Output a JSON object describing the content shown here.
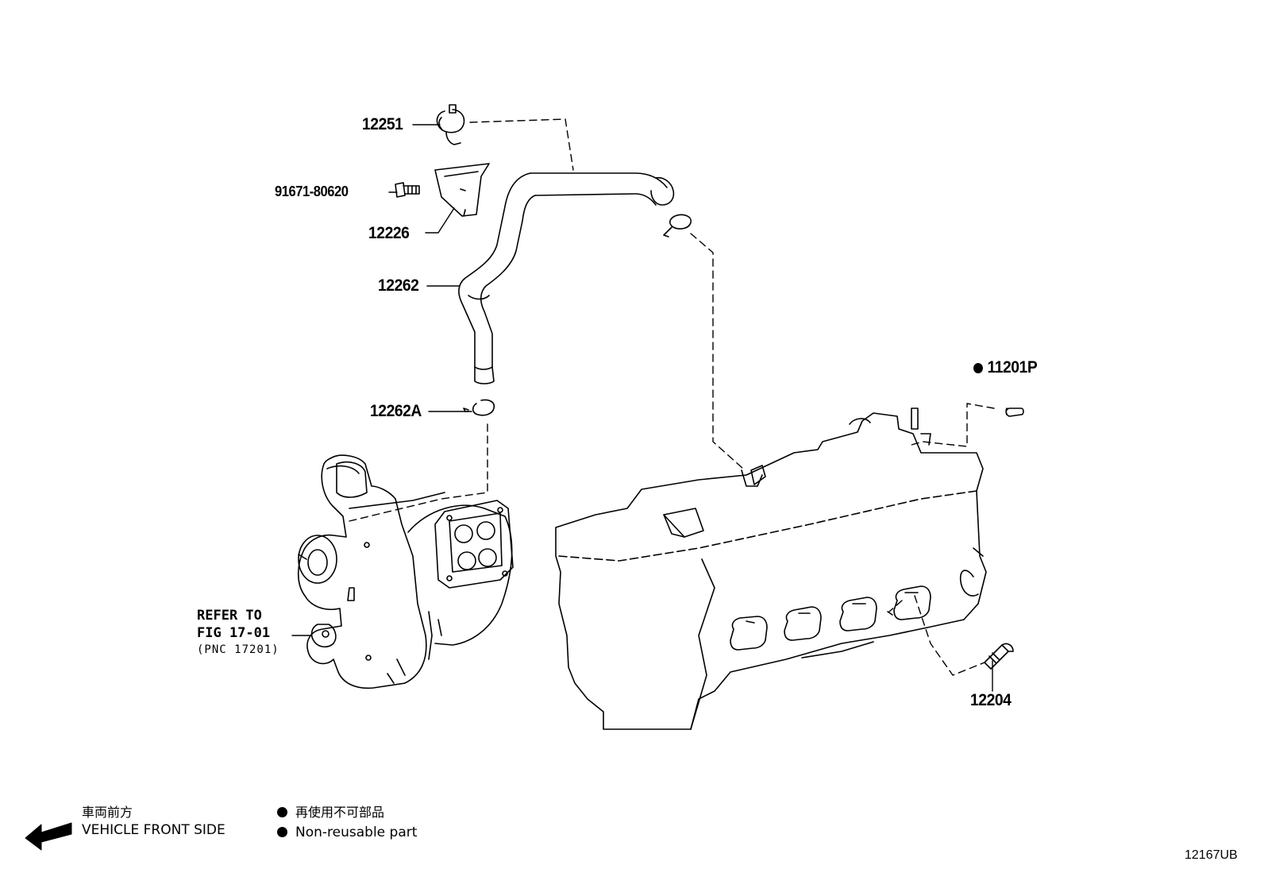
{
  "labels": {
    "p12251": "12251",
    "p91671": "91671-80620",
    "p12226": "12226",
    "p12262": "12262",
    "p12262A": "12262A",
    "p11201P": "11201P",
    "p12204": "12204"
  },
  "refer": {
    "line1": "REFER TO",
    "line2": "FIG 17-01",
    "line3": "(PNC 17201)"
  },
  "legend": {
    "front_jp": "車両前方",
    "front_en": "VEHICLE FRONT SIDE",
    "nonreuse_jp": "再使用不可部品",
    "nonreuse_en": "Non-reusable part"
  },
  "diagram_code": "12167UB"
}
